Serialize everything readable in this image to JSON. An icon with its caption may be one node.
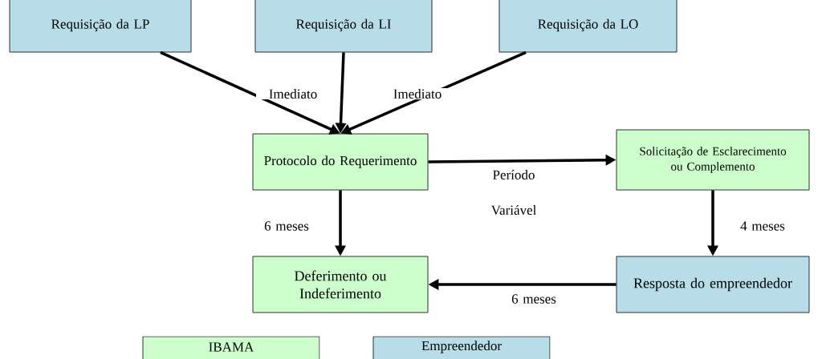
{
  "diagram": {
    "nodes": [
      {
        "text": [
          "Requisição da LP"
        ]
      },
      {
        "text": [
          "Requisição da LI"
        ]
      },
      {
        "text": [
          "Requisição da LO"
        ]
      },
      {
        "text": [
          "Protocolo do Requerimento"
        ]
      },
      {
        "text": [
          "Solicitação de Esclarecimento ou Complemento"
        ]
      },
      {
        "text": [
          "Deferimento ou Indeferimento"
        ]
      },
      {
        "text": [
          "Resposta do empreendedor"
        ]
      }
    ],
    "edges": [
      {
        "from": 0,
        "to": 3,
        "arrow": "to",
        "label": "Imediato"
      },
      {
        "from": 1,
        "to": 3,
        "arrow": "to"
      },
      {
        "from": 2,
        "to": 3,
        "arrow": "to",
        "label": "Imediato"
      },
      {
        "from": 3,
        "to": 4,
        "arrow": "to",
        "label": "Período Variável"
      },
      {
        "from": 3,
        "to": 5,
        "arrow": "to",
        "label": "6 meses"
      },
      {
        "from": 4,
        "to": 6,
        "arrow": "to",
        "label": "4 meses"
      },
      {
        "from": 6,
        "to": 5,
        "arrow": "to",
        "label": "6 meses"
      }
    ],
    "legend": [
      {
        "text": "IBAMA",
        "color": "#ccffcc"
      },
      {
        "text": "Empreendedor",
        "color": "#b7dde8"
      }
    ]
  }
}
